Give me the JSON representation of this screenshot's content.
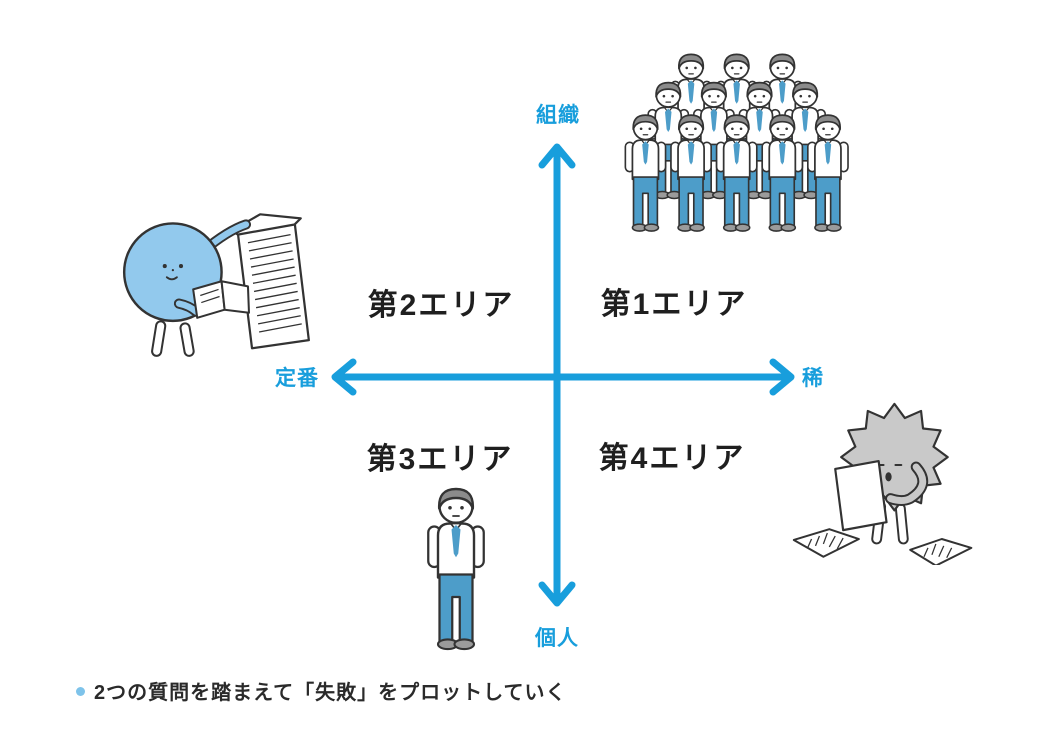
{
  "matrix": {
    "axis": {
      "top_label": "組織",
      "bottom_label": "個人",
      "left_label": "定番",
      "right_label": "稀",
      "color": "#189edc"
    },
    "quadrants": {
      "q1": "第1エリア",
      "q2": "第2エリア",
      "q3": "第3エリア",
      "q4": "第4エリア"
    },
    "illustrations": {
      "q1": "crowd-of-businessmen",
      "q2": "blue-round-character-with-paper-stack",
      "q3": "single-businessman",
      "q4": "gray-spiky-character-reading-papers"
    }
  },
  "caption": {
    "text": "2つの質問を踏まえて「失敗」をプロットしていく",
    "bullet_color": "#7ec3ea"
  },
  "colors": {
    "axis_blue": "#189edc",
    "text_dark": "#1f1f1f",
    "character_blue": "#92c9ed",
    "clothes_blue": "#4d9dc9",
    "hair_gray": "#8b8b8b",
    "spiky_gray": "#c9c9c9",
    "shoe_gray": "#9b9b9b",
    "outline": "#333333"
  }
}
